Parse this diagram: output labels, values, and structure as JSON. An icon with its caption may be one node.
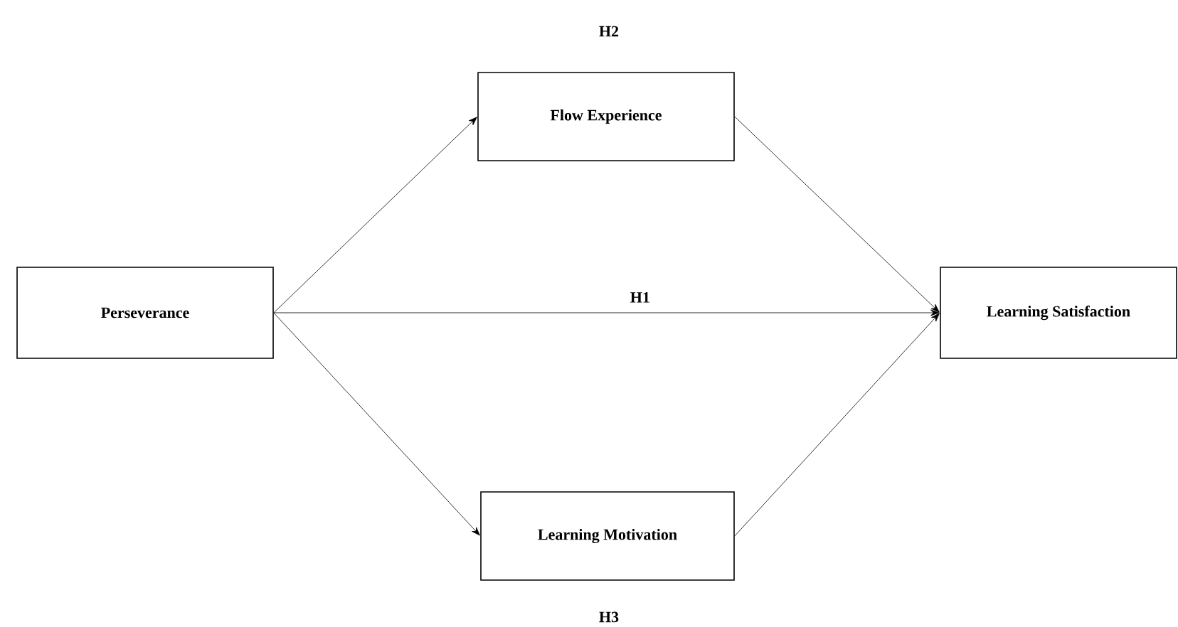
{
  "diagram": {
    "nodes": [
      {
        "text": [
          "Perseverance"
        ]
      },
      {
        "text": [
          "Flow Experience"
        ]
      },
      {
        "text": [
          "Learning Satisfaction"
        ]
      },
      {
        "text": [
          "Learning Motivation"
        ]
      }
    ],
    "edges": [
      {
        "from": 0,
        "to": 1,
        "arrow": "to"
      },
      {
        "from": 1,
        "to": 2,
        "arrow": "to"
      },
      {
        "from": 0,
        "to": 2,
        "arrow": "to",
        "label": "H1"
      },
      {
        "from": 0,
        "to": 3,
        "arrow": "to"
      },
      {
        "from": 3,
        "to": 2,
        "arrow": "to"
      }
    ],
    "labels": [
      "H2",
      "H3"
    ]
  }
}
